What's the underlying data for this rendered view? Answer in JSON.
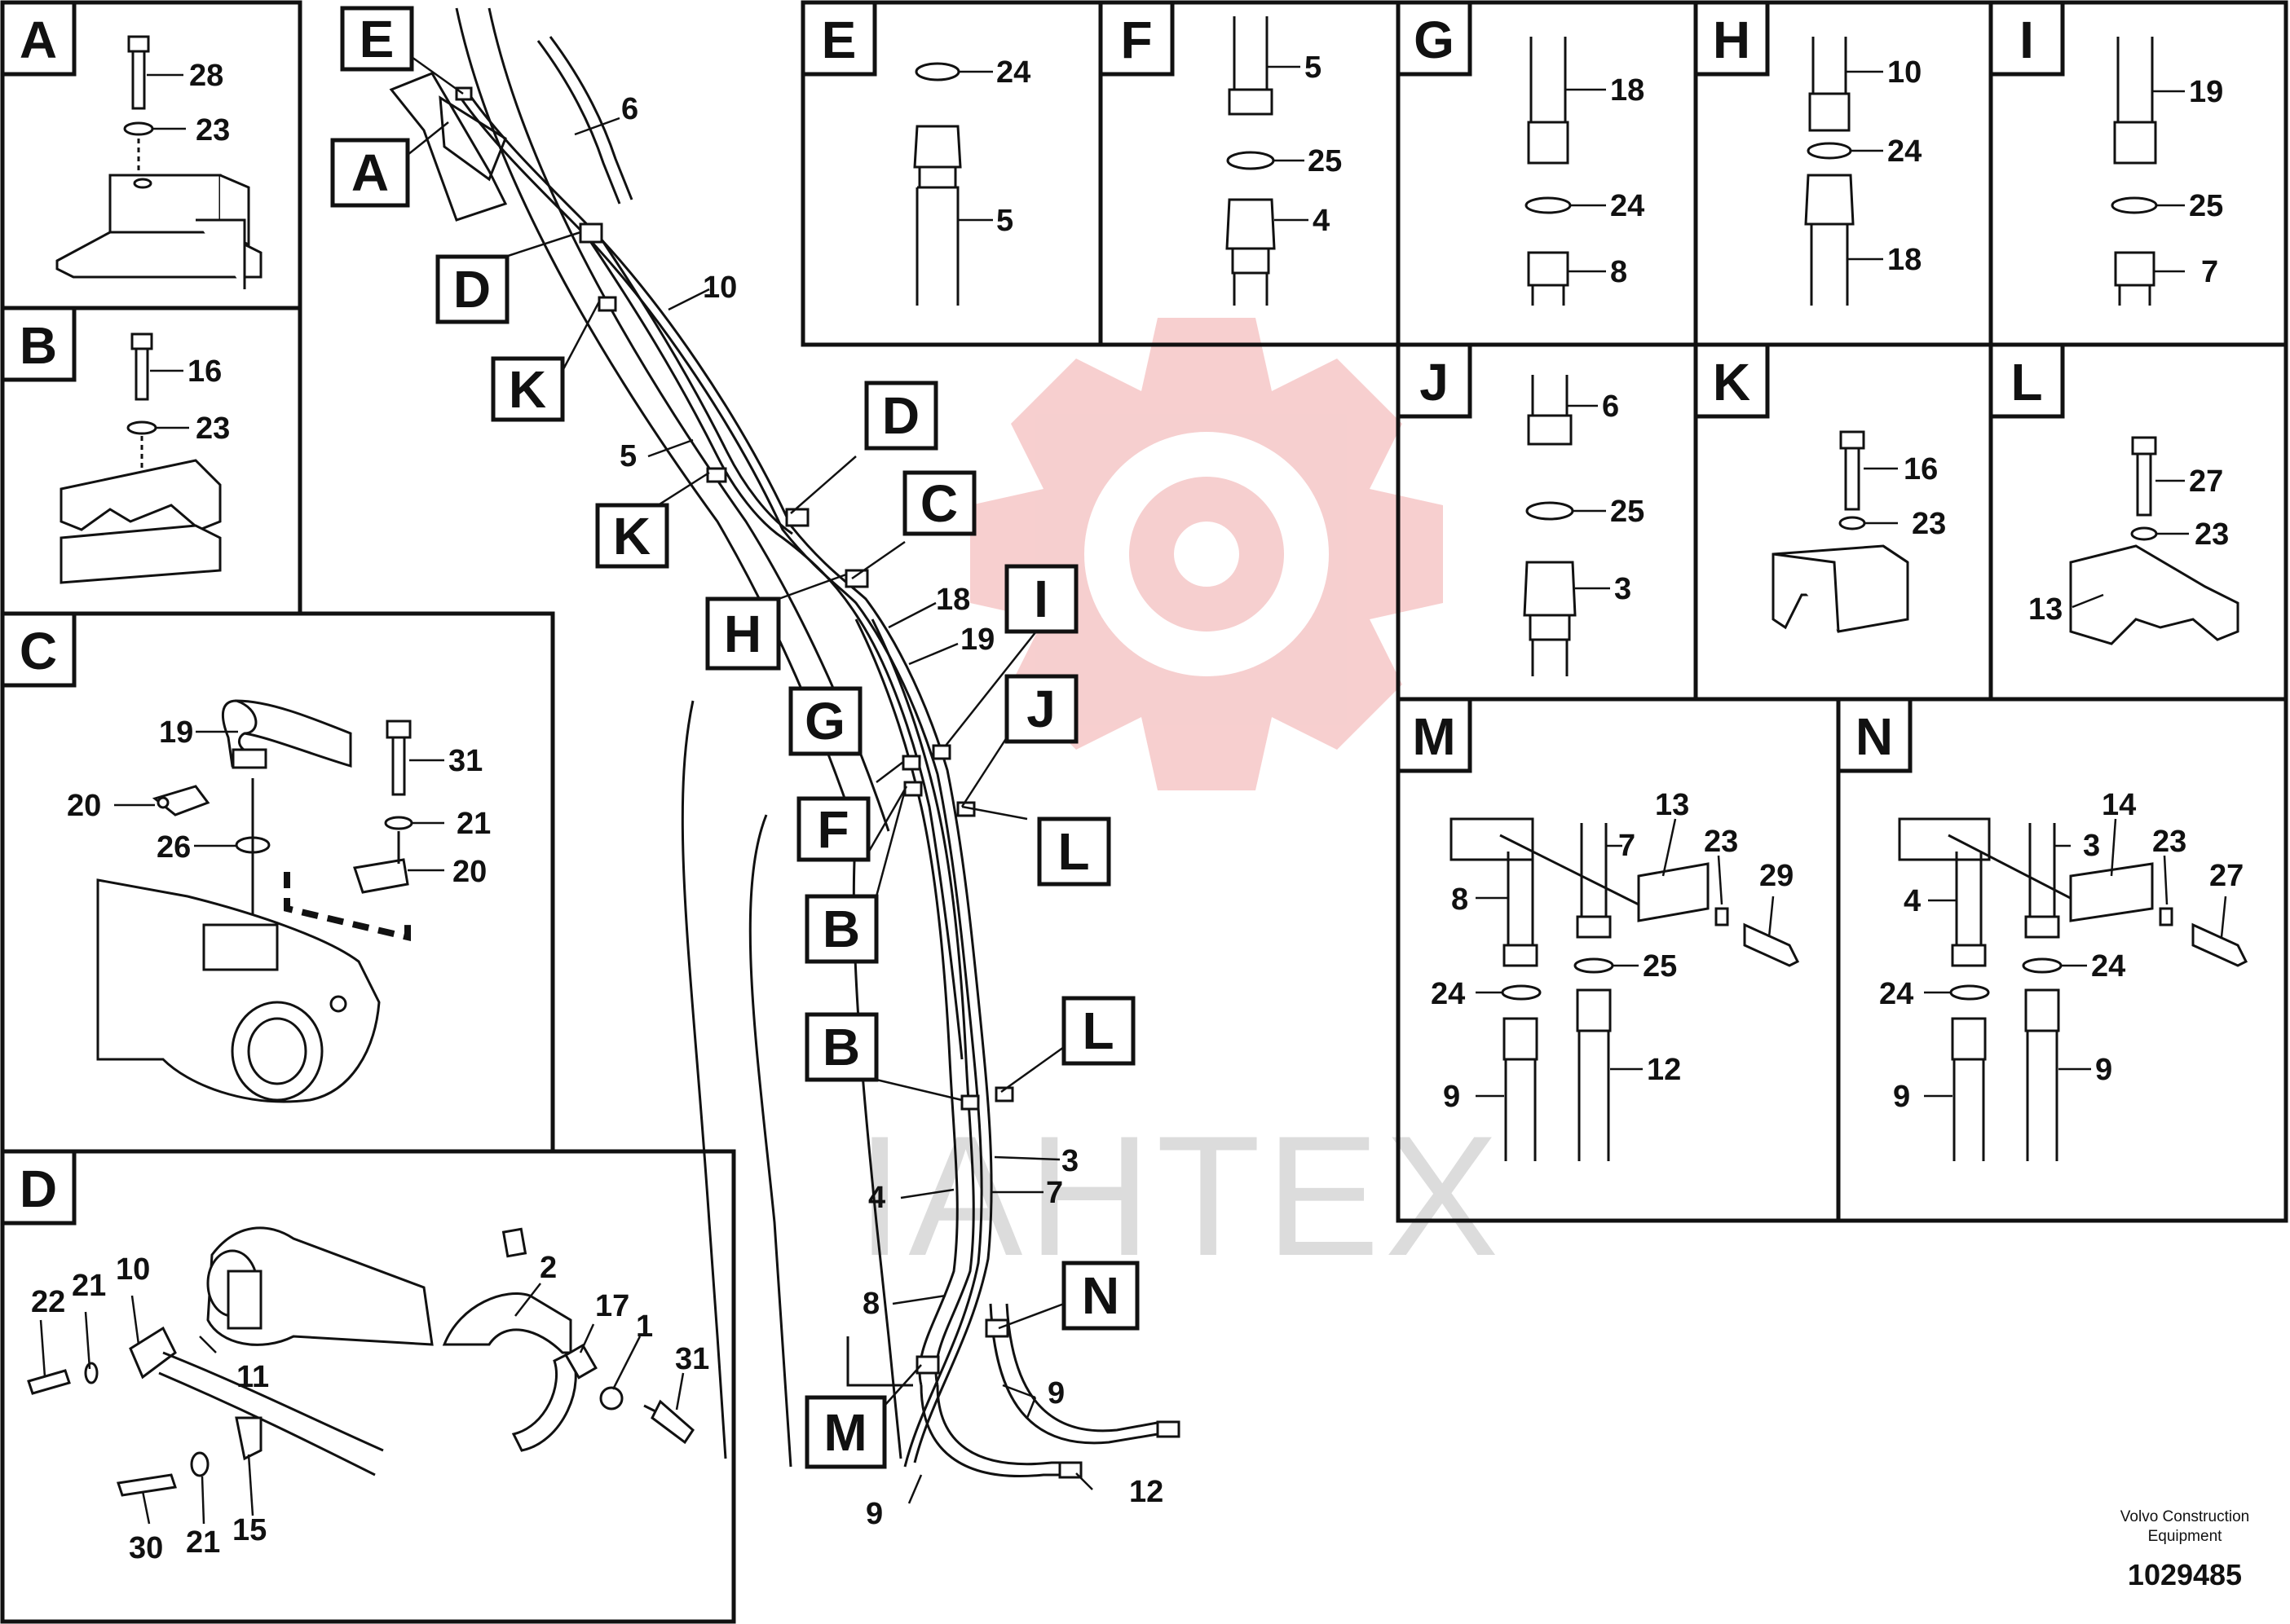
{
  "watermark": {
    "text": "IAHTEX",
    "gear_color": "#f4c4c4",
    "text_color": "#d9d9d9"
  },
  "footer": {
    "line1": "Volvo Construction",
    "line2": "Equipment",
    "code": "1029485"
  },
  "panel_letters": [
    "A",
    "B",
    "C",
    "D",
    "E",
    "F",
    "G",
    "H",
    "I",
    "J",
    "K",
    "L",
    "M",
    "N"
  ],
  "callout_letters": [
    "E",
    "A",
    "D",
    "K",
    "K",
    "D",
    "C",
    "H",
    "I",
    "G",
    "J",
    "F",
    "L",
    "B",
    "B",
    "L",
    "N",
    "M"
  ],
  "numbers": {
    "A": [
      "28",
      "23"
    ],
    "B": [
      "16",
      "23"
    ],
    "C": [
      "19",
      "31",
      "20",
      "21",
      "26",
      "20"
    ],
    "D": [
      "2",
      "22",
      "21",
      "10",
      "17",
      "1",
      "11",
      "31",
      "30",
      "21",
      "15"
    ],
    "E": [
      "24",
      "5"
    ],
    "F": [
      "5",
      "25",
      "4"
    ],
    "G": [
      "18",
      "24",
      "8"
    ],
    "H": [
      "10",
      "24",
      "18"
    ],
    "I": [
      "19",
      "25",
      "7"
    ],
    "J": [
      "6",
      "25",
      "3"
    ],
    "K": [
      "16",
      "23"
    ],
    "L": [
      "27",
      "23",
      "13"
    ],
    "M": [
      "13",
      "7",
      "23",
      "29",
      "8",
      "25",
      "24",
      "9",
      "12"
    ],
    "N": [
      "14",
      "3",
      "23",
      "27",
      "4",
      "24",
      "24",
      "9",
      "9"
    ],
    "main": [
      "6",
      "10",
      "5",
      "18",
      "19",
      "3",
      "4",
      "7",
      "8",
      "9",
      "9",
      "12"
    ]
  }
}
